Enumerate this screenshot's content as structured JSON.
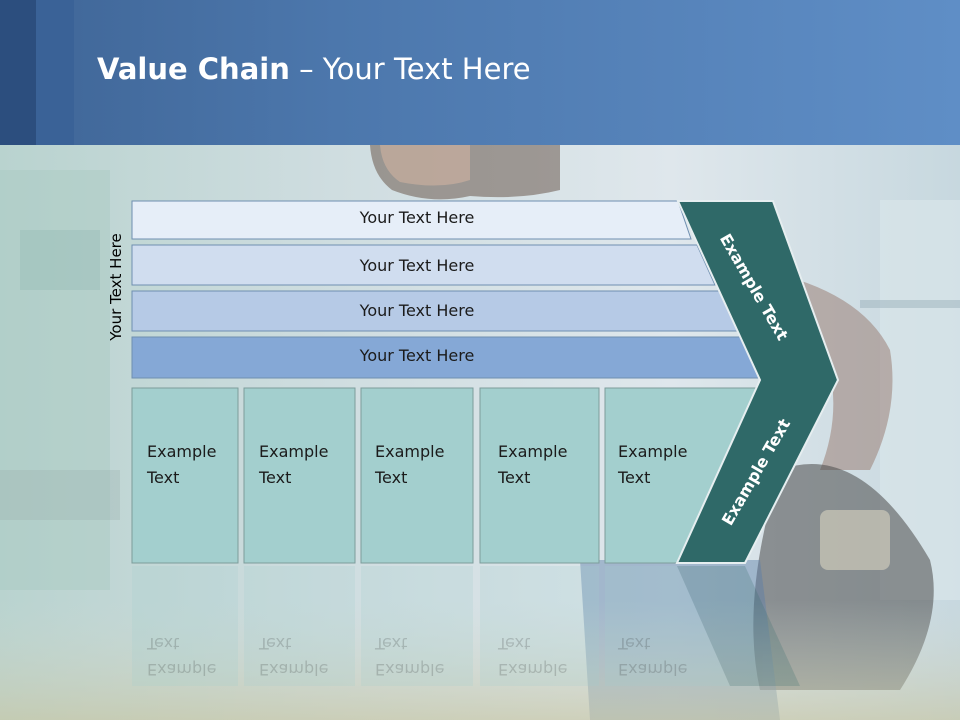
{
  "title": {
    "bold": "Value Chain",
    "rest": " – Your Text Here"
  },
  "side_label": "Your Text Here",
  "rows": [
    {
      "label": "Your Text Here"
    },
    {
      "label": "Your Text Here"
    },
    {
      "label": "Your Text Here"
    },
    {
      "label": "Your Text Here"
    }
  ],
  "columns": [
    {
      "label": "Example\nText"
    },
    {
      "label": "Example\nText"
    },
    {
      "label": "Example\nText"
    },
    {
      "label": "Example\nText"
    },
    {
      "label": "Example\nText"
    }
  ],
  "chevron_top_label": "Example Text",
  "chevron_bottom_label": "Example Text",
  "colors": {
    "row_fills": [
      "#e6eef8",
      "#d0ddef",
      "#b6cae6",
      "#85a8d6"
    ],
    "cell_fill": "#a3cfce",
    "chevron_fill": "#2f6968"
  }
}
